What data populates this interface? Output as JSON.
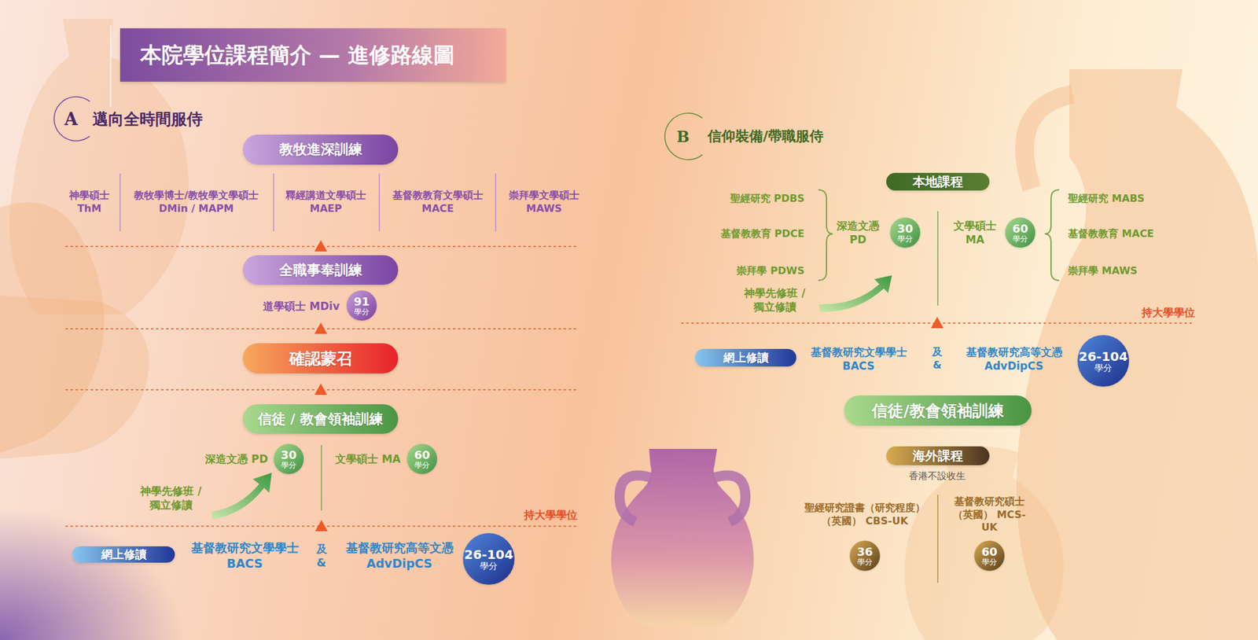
{
  "diagram": {
    "title": "本院學位課程簡介 — 進修路線圖",
    "nodes": [
      {
        "text": [
          "A",
          "邁向全時間服侍"
        ]
      },
      {
        "text": [
          "教牧進深訓練"
        ]
      },
      {
        "text": [
          "全職事奉訓練"
        ]
      },
      {
        "text": [
          "確認蒙召"
        ]
      },
      {
        "text": [
          "信徒 / 教會領袖訓練"
        ]
      },
      {
        "text": [
          "91",
          "學分"
        ]
      },
      {
        "text": [
          "30",
          "學分"
        ]
      },
      {
        "text": [
          "60",
          "學分"
        ]
      },
      {
        "text": [
          "網上修讀"
        ]
      },
      {
        "text": [
          "26-104",
          "學分"
        ]
      },
      {
        "text": [
          "B",
          "信仰裝備/帶職服侍"
        ]
      },
      {
        "text": [
          "本地課程"
        ]
      },
      {
        "text": [
          "30",
          "學分"
        ]
      },
      {
        "text": [
          "60",
          "學分"
        ]
      },
      {
        "text": [
          "網上修讀"
        ]
      },
      {
        "text": [
          "26-104",
          "學分"
        ]
      },
      {
        "text": [
          "信徒/教會領袖訓練"
        ]
      },
      {
        "text": [
          "海外課程"
        ]
      },
      {
        "text": [
          "36",
          "學分"
        ]
      },
      {
        "text": [
          "60",
          "學分"
        ]
      }
    ],
    "labels": [
      "神學碩士 ThM",
      "教牧學博士/教牧學文學碩士 DMin / MAPM",
      "釋經講道文學碩士 MAEP",
      "基督教教育文學碩士 MACE",
      "崇拜學文學碩士 MAWS",
      "道學碩士 MDiv",
      "深造文憑 PD",
      "文學碩士 MA",
      "神學先修班 / 獨立修讀",
      "持大學學位",
      "基督教研究文學學士 BACS",
      "及 &",
      "基督教研究高等文憑 AdvDipCS",
      "聖經研究 PDBS",
      "基督教教育 PDCE",
      "崇拜學 PDWS",
      "深造文憑 PD",
      "文學碩士 MA",
      "聖經研究 MABS",
      "基督教教育 MACE",
      "崇拜學 MAWS",
      "神學先修班 / 獨立修讀",
      "持大學學位",
      "基督教研究文學學士 BACS",
      "及 &",
      "基督教研究高等文憑 AdvDipCS",
      "香港不設收生",
      "聖經研究證書（研究程度） （英國） CBS-UK",
      "基督教研究碩士 （英國） MCS-UK"
    ]
  }
}
